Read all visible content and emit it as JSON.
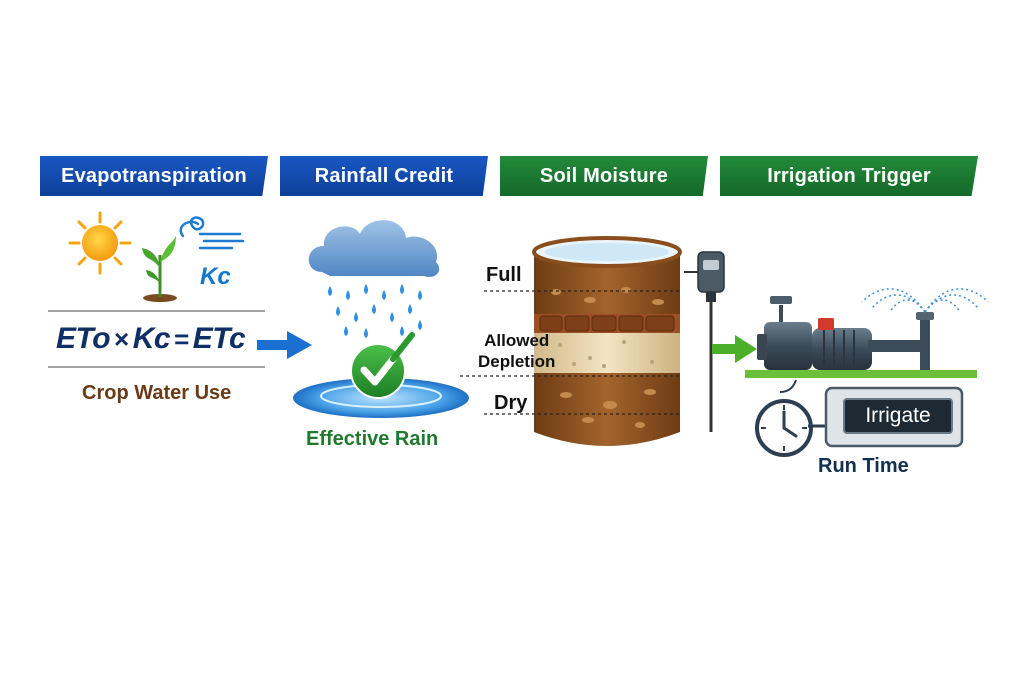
{
  "banners": {
    "evapotranspiration": "Evapotranspiration",
    "rainfall_credit": "Rainfall Credit",
    "soil_moisture": "Soil Moisture",
    "irrigation_trigger": "Irrigation Trigger"
  },
  "et_panel": {
    "kc_label": "Kc",
    "formula_eto": "ETo",
    "formula_times": "×",
    "formula_kc": "Kc",
    "formula_equals": "=",
    "formula_etc": "ETc",
    "caption": "Crop Water Use"
  },
  "rain_panel": {
    "caption": "Effective Rain"
  },
  "soil_panel": {
    "level_full": "Full",
    "level_allowed_line1": "Allowed",
    "level_allowed_line2": "Depletion",
    "level_dry": "Dry"
  },
  "irrigation_panel": {
    "display_text": "Irrigate",
    "caption": "Run Time"
  },
  "colors": {
    "banner_blue": "#0d3f99",
    "banner_green": "#14692a",
    "arrow_blue": "#1a6fd0",
    "arrow_green": "#4caf2a",
    "soil_brown": "#8a4e1e"
  },
  "icons": [
    "sun-icon",
    "seedling-icon",
    "wind-icon",
    "rain-cloud-icon",
    "checkmark-icon",
    "soil-sensor-icon",
    "pump-icon",
    "sprinkler-icon",
    "clock-icon"
  ]
}
